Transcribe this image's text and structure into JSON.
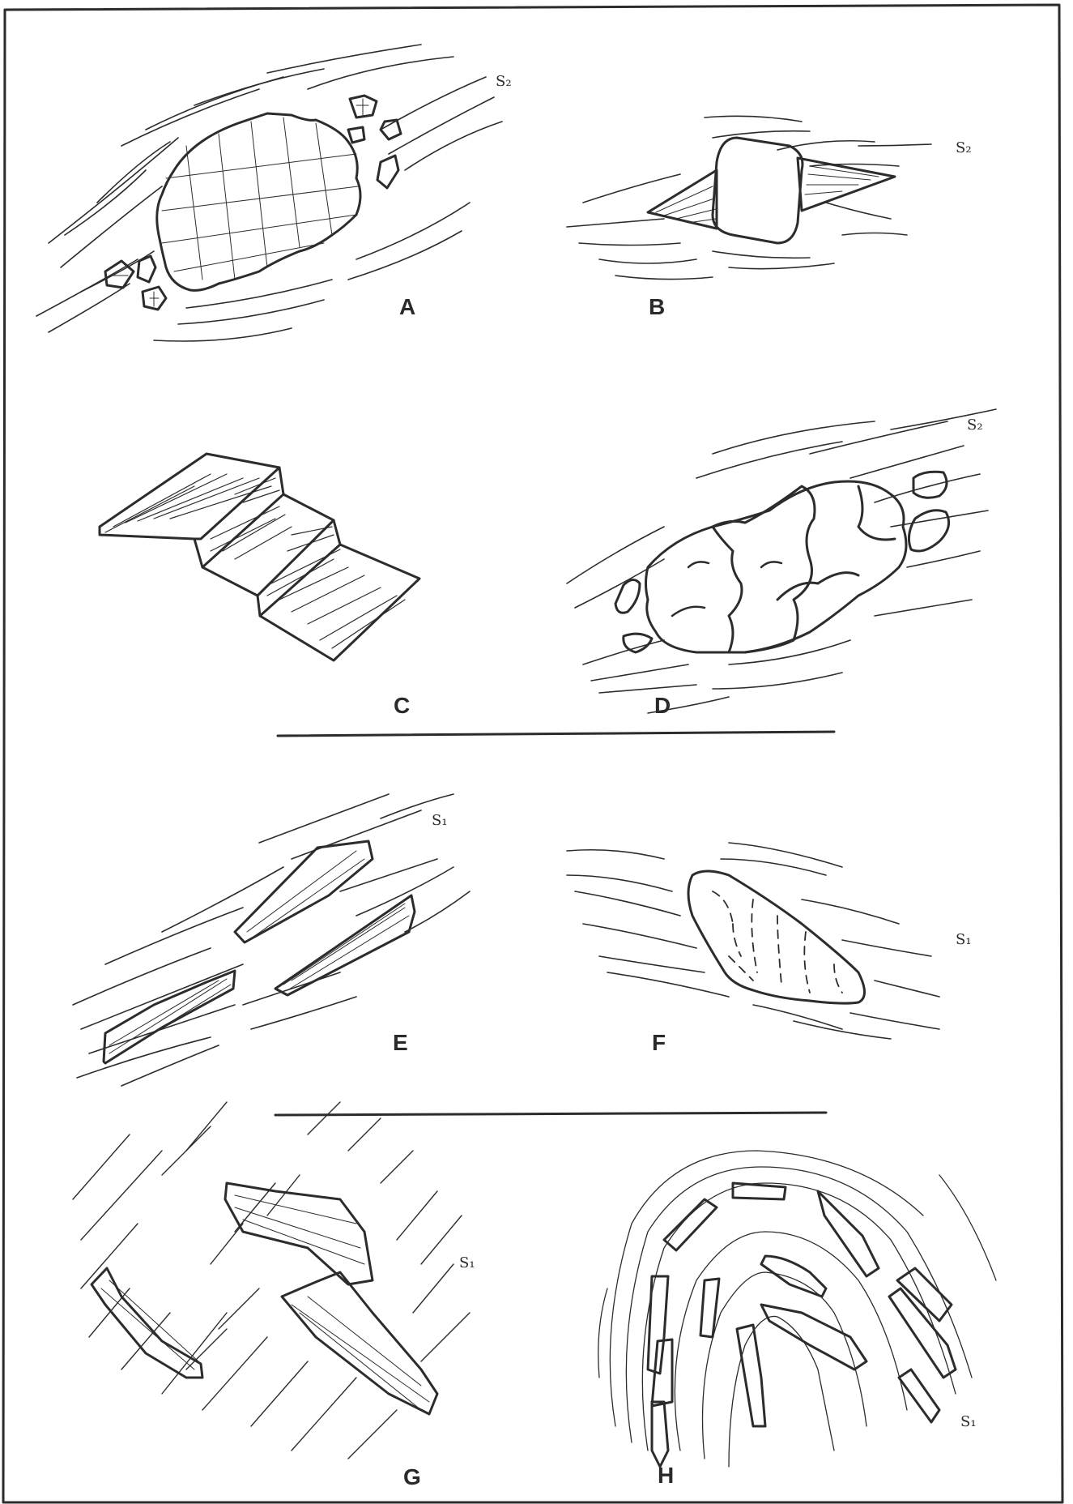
{
  "panels": [
    {
      "id": "A",
      "label": "A",
      "foliation": "S₂"
    },
    {
      "id": "B",
      "label": "B",
      "foliation": "S₂"
    },
    {
      "id": "C",
      "label": "C",
      "foliation": ""
    },
    {
      "id": "D",
      "label": "D",
      "foliation": "S₂"
    },
    {
      "id": "E",
      "label": "E",
      "foliation": "S₁"
    },
    {
      "id": "F",
      "label": "F",
      "foliation": "S₁"
    },
    {
      "id": "G",
      "label": "G",
      "foliation": "S₁"
    },
    {
      "id": "H",
      "label": "H",
      "foliation": "S₁"
    }
  ],
  "colors": {
    "ink": "#2c2c2c",
    "paper": "#ffffff"
  }
}
